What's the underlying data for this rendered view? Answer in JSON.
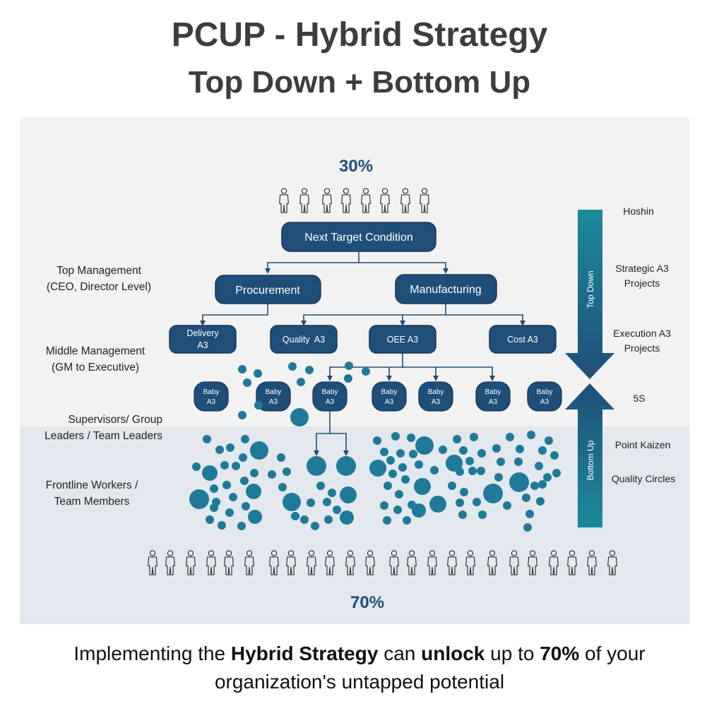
{
  "title": "PCUP - Hybrid Strategy",
  "subtitle": "Top Down + Bottom Up",
  "percent_top": "30%",
  "percent_bottom": "70%",
  "colors": {
    "node": "#1f4e79",
    "node_border": "#17375e",
    "arrow": "#1b8a9a",
    "dot": "#1f7a99",
    "panel_top": "#f2f2f2",
    "panel_bottom": "#e3e8ee"
  },
  "left_labels": {
    "top_management": [
      "Top Management",
      "(CEO, Director Level)"
    ],
    "middle_management": [
      "Middle Management",
      "(GM to Executive)"
    ],
    "supervisors": [
      "Supervisors/ Group",
      "Leaders / Team Leaders"
    ],
    "frontline": [
      "Frontline Workers /",
      "Team Members"
    ]
  },
  "nodes": {
    "root": "Next Target Condition",
    "procurement": "Procurement",
    "manufacturing": "Manufacturing",
    "delivery": [
      "Delivery",
      "A3"
    ],
    "quality": "Quality  A3",
    "oee": "OEE A3",
    "cost": "Cost A3",
    "baby": [
      "Baby",
      "A3"
    ]
  },
  "arrows": {
    "top_down": "Top Down",
    "bottom_up": "Bottom Up"
  },
  "right_labels": {
    "hoshin": "Hoshin",
    "strategic": [
      "Strategic A3",
      "Projects"
    ],
    "execution": [
      "Execution A3",
      "Projects"
    ],
    "five_s": "5S",
    "point_kaizen": "Point Kaizen",
    "quality_circles": "Quality Circles"
  },
  "footer": {
    "p1": "Implementing the ",
    "b1": "Hybrid Strategy",
    "p2": " can ",
    "b2": "unlock",
    "p3": " up to ",
    "b3": "70%",
    "p4": " of your",
    "line2": "organization's untapped potential"
  },
  "icons": {
    "person": "person-outline-icon",
    "circle": "kaizen-dot-icon"
  }
}
